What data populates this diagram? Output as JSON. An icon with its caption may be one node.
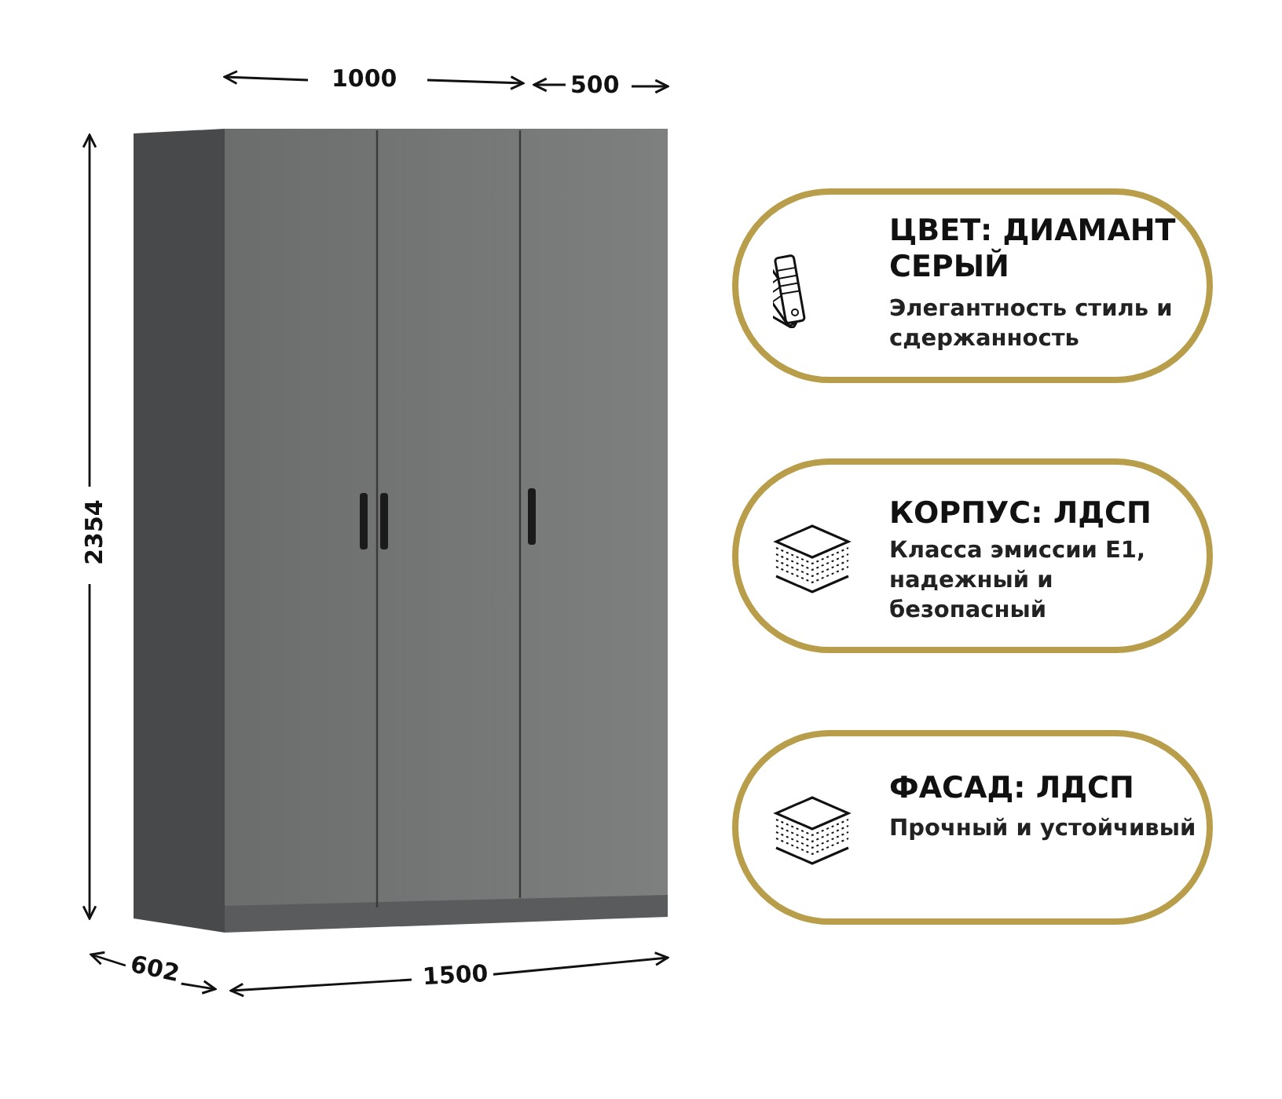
{
  "diagram": {
    "nodes": [
      {
        "text": [
          "ЦВЕТ: ДИАМАНТ СЕРЫЙ",
          "Элегантность стиль и сдержанность"
        ]
      },
      {
        "text": [
          "КОРПУС: ЛДСП",
          "Класса эмиссии E1, надежный и безопасный"
        ]
      },
      {
        "text": [
          "ФАСАД: ЛДСП",
          "Прочный и устойчивый"
        ]
      }
    ],
    "labels": [
      "1000",
      "500",
      "2354",
      "602",
      "1500"
    ]
  }
}
